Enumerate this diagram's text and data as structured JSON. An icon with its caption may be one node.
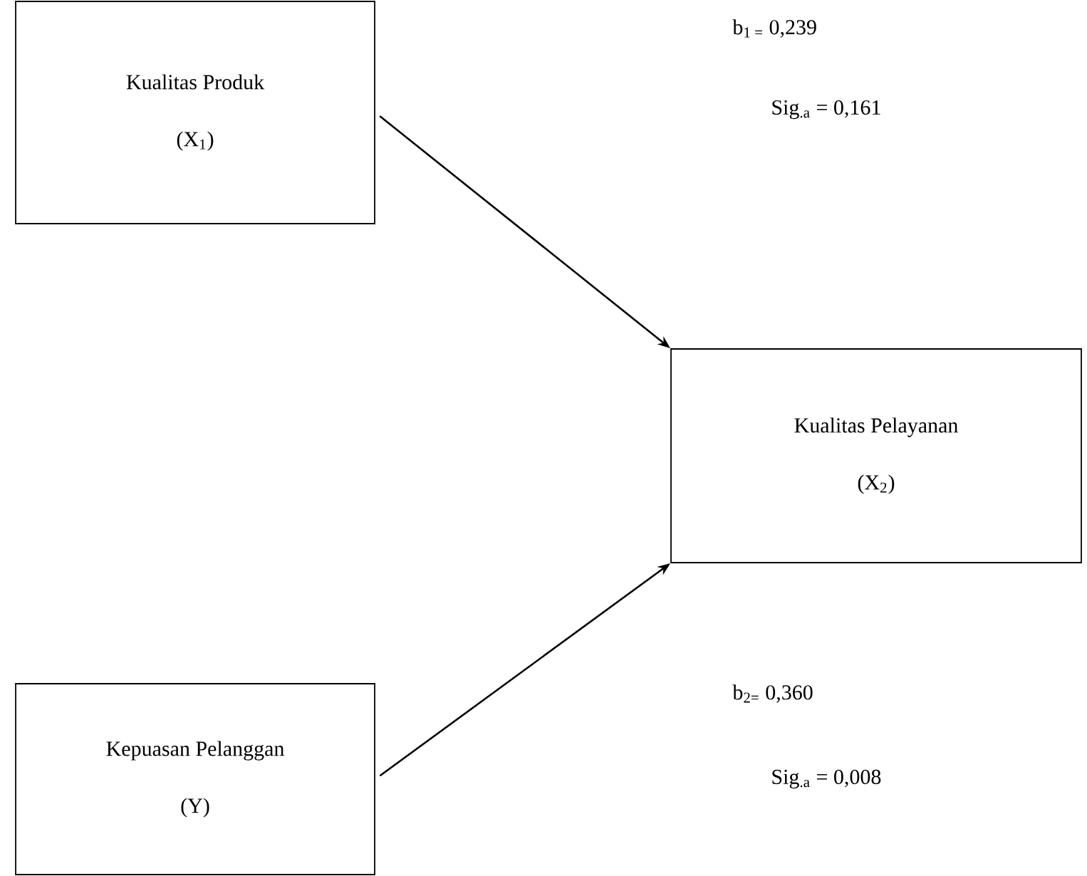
{
  "diagram": {
    "nodes": [
      {
        "text": [
          "Kualitas Produk",
          "(X$_{1}$)"
        ]
      },
      {
        "text": [
          "Kualitas Pelayanan",
          "(X$_{2}$)"
        ]
      },
      {
        "text": [
          "Kepuasan Pelanggan",
          "(Y)"
        ]
      }
    ],
    "edges": [
      {
        "from": 0,
        "to": 1,
        "arrow": "to"
      },
      {
        "from": 2,
        "to": 1,
        "arrow": "to"
      }
    ],
    "labels": [
      "b$_{1 =}$ 0,239",
      "Sig$_{.a}$ = 0,161",
      "b$_{2=}$ 0,360",
      "Sig$_{.a}$ = 0,008"
    ]
  }
}
